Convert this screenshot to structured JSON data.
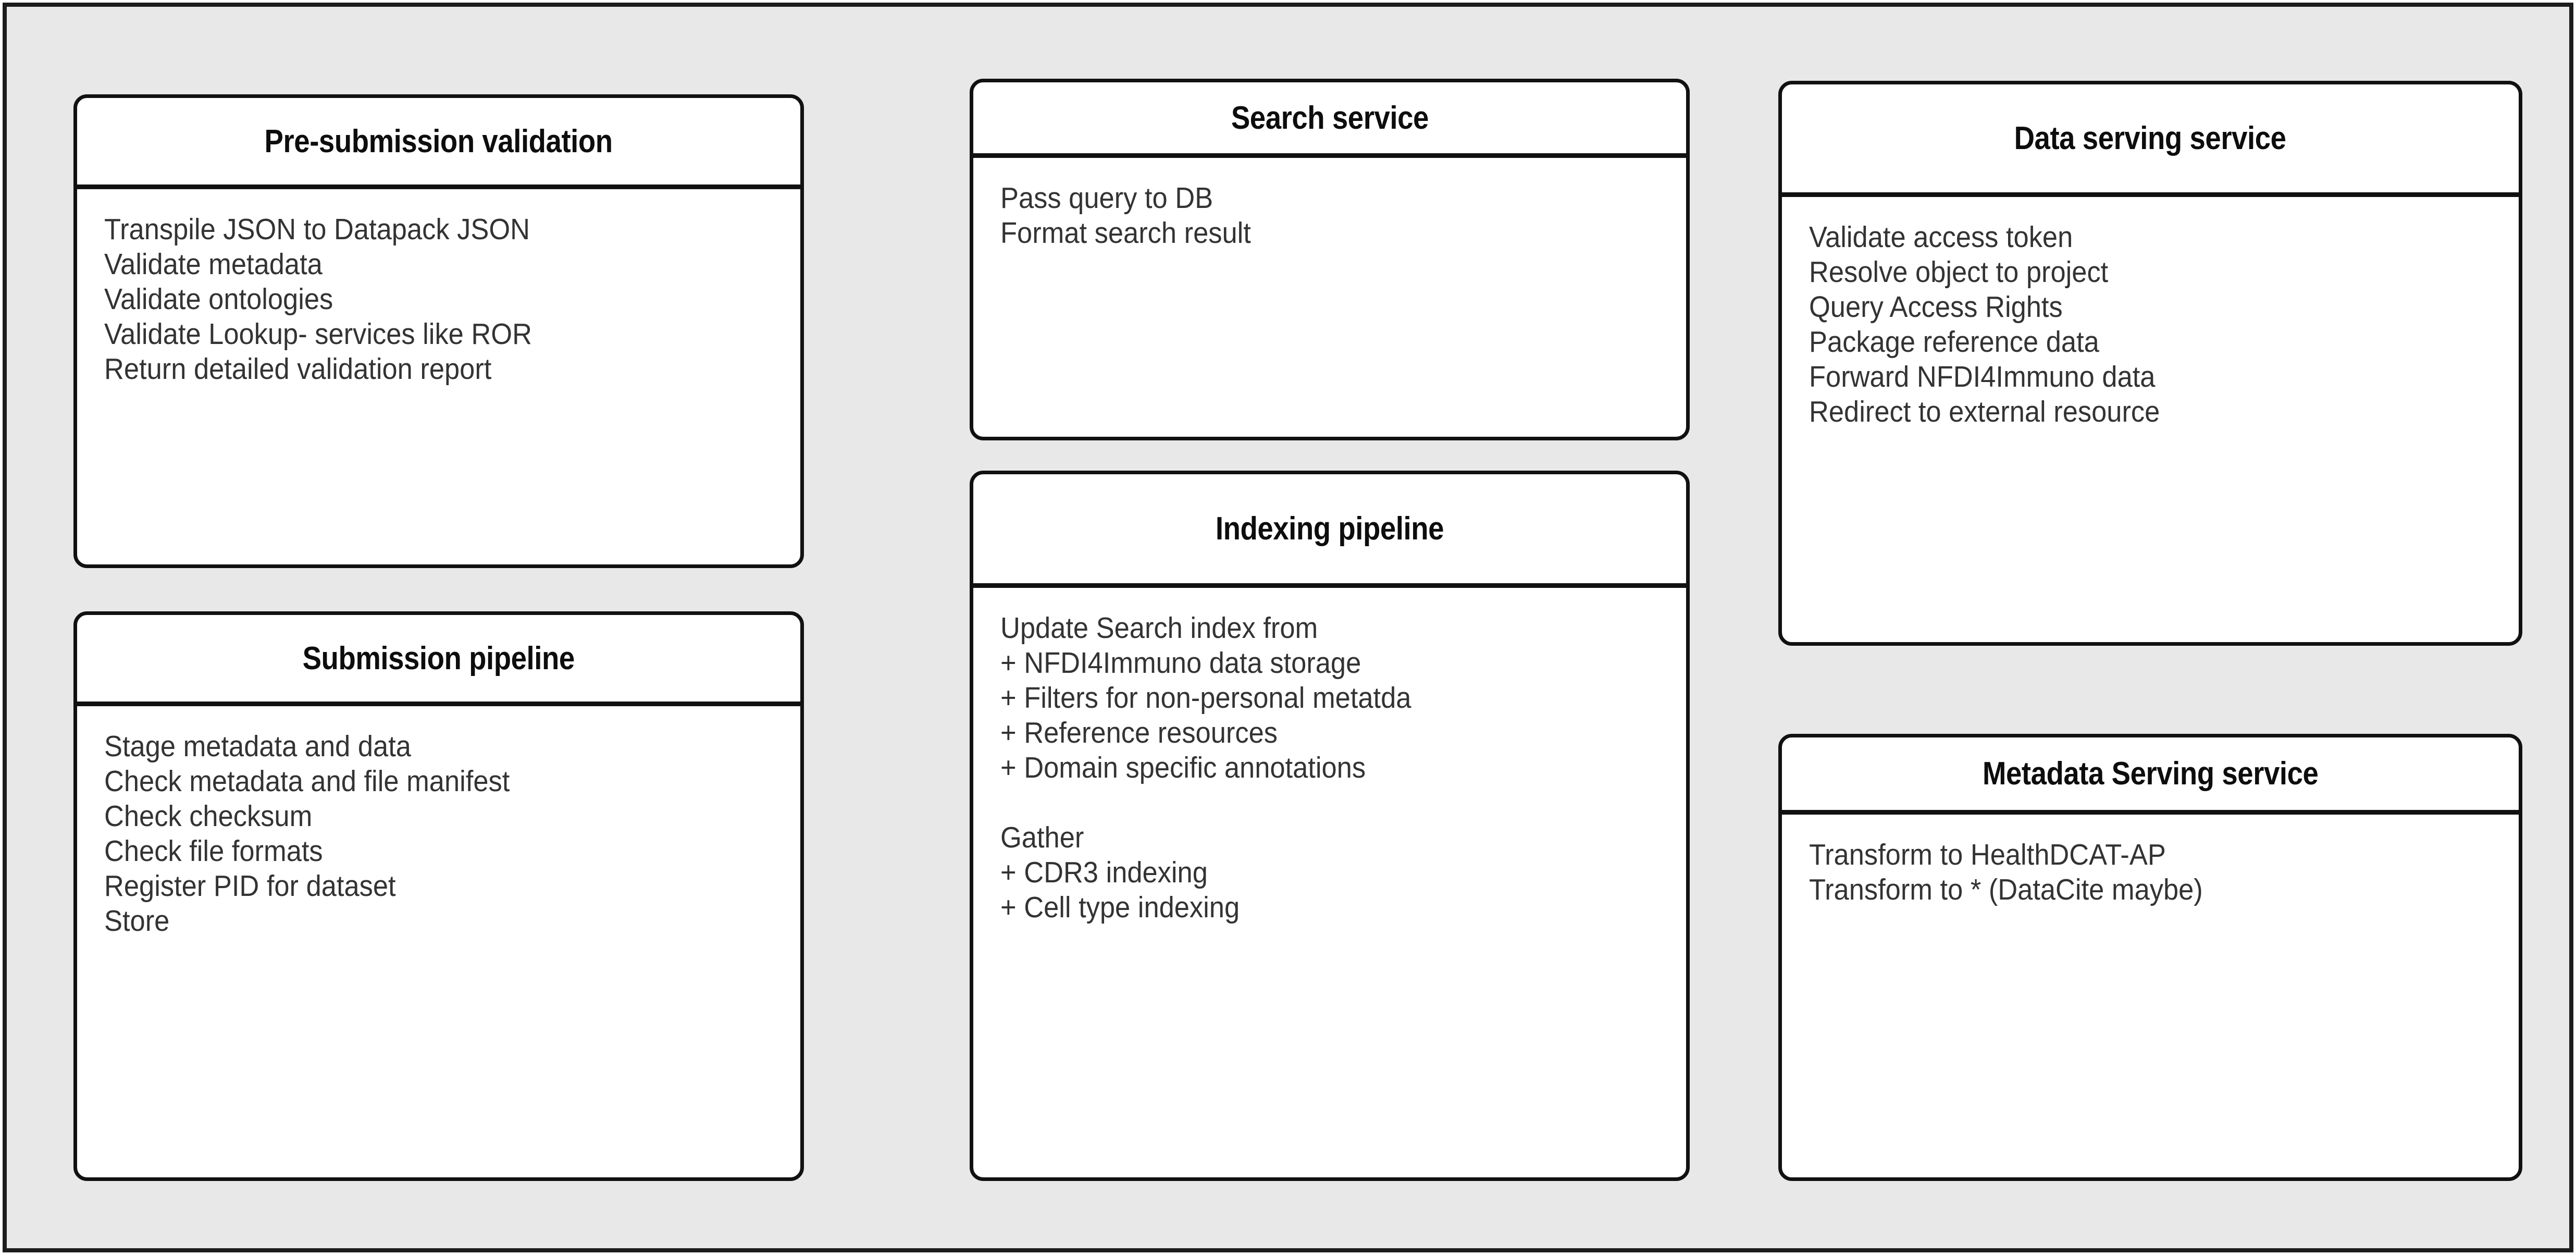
{
  "diagram": {
    "background_color": "#e8e8e8",
    "border_color": "#1c1c1c",
    "box_fill_color": "#ffffff",
    "box_border_color": "#111111",
    "title_color": "#0d0d0d",
    "body_text_color": "#333333"
  },
  "columns": [
    {
      "name": "left",
      "boxes": [
        {
          "id": "pre-submission-validation",
          "title": "Pre-submission validation",
          "lines": [
            "Transpile JSON to Datapack JSON",
            "Validate metadata",
            "Validate ontologies",
            "Validate Lookup- services like ROR",
            "Return detailed validation report"
          ]
        },
        {
          "id": "submission-pipeline",
          "title": "Submission pipeline",
          "lines": [
            "Stage metadata and data",
            "Check metadata and file manifest",
            "Check checksum",
            "Check file formats",
            "Register PID for dataset",
            "Store"
          ]
        }
      ]
    },
    {
      "name": "middle",
      "boxes": [
        {
          "id": "search-service",
          "title": "Search service",
          "lines": [
            "Pass query to DB",
            "Format search result"
          ]
        },
        {
          "id": "indexing-pipeline",
          "title": "Indexing pipeline",
          "lines": [
            "Update Search index from",
            "+ NFDI4Immuno data storage",
            "+ Filters for non-personal metatda",
            "+ Reference resources",
            "+ Domain specific annotations",
            "",
            "Gather",
            "+ CDR3 indexing",
            "+ Cell type indexing"
          ]
        }
      ]
    },
    {
      "name": "right",
      "boxes": [
        {
          "id": "data-serving-service",
          "title": "Data serving service",
          "lines": [
            "Validate access token",
            "Resolve object to project",
            "Query Access Rights",
            "Package reference data",
            "Forward NFDI4Immuno data",
            "Redirect to external resource"
          ]
        },
        {
          "id": "metadata-serving-service",
          "title": "Metadata Serving service",
          "lines": [
            "Transform to HealthDCAT-AP",
            "Transform to * (DataCite maybe)"
          ]
        }
      ]
    }
  ]
}
